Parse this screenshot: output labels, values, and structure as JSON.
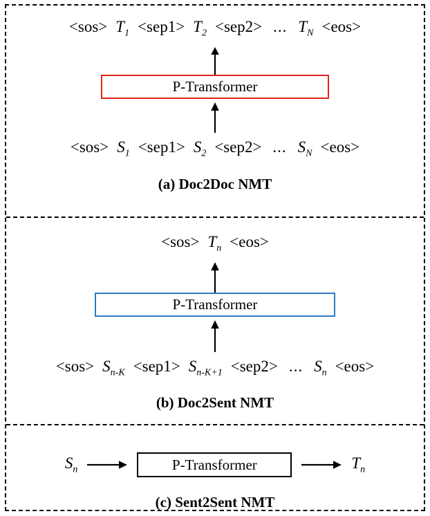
{
  "colors": {
    "doc2doc_box": "#e2231a",
    "doc2sent_box": "#2e79c0",
    "sent2sent_box": "#000000"
  },
  "panel_a": {
    "output": [
      {
        "text": "<sos>"
      },
      {
        "base": "T",
        "sub": "1"
      },
      {
        "text": "<sep1>"
      },
      {
        "base": "T",
        "sub": "2"
      },
      {
        "text": "<sep2>"
      },
      {
        "text": "..."
      },
      {
        "base": "T",
        "sub": "N"
      },
      {
        "text": "<eos>"
      }
    ],
    "box_label": "P-Transformer",
    "input": [
      {
        "text": "<sos>"
      },
      {
        "base": "S",
        "sub": "1"
      },
      {
        "text": "<sep1>"
      },
      {
        "base": "S",
        "sub": "2"
      },
      {
        "text": "<sep2>"
      },
      {
        "text": "..."
      },
      {
        "base": "S",
        "sub": "N"
      },
      {
        "text": "<eos>"
      }
    ],
    "caption": "(a) Doc2Doc NMT"
  },
  "panel_b": {
    "output": [
      {
        "text": "<sos>"
      },
      {
        "base": "T",
        "sub": "n"
      },
      {
        "text": "<eos>"
      }
    ],
    "box_label": "P-Transformer",
    "input": [
      {
        "text": "<sos>"
      },
      {
        "base": "S",
        "sub": "n-K"
      },
      {
        "text": "<sep1>"
      },
      {
        "base": "S",
        "sub": "n-K+1"
      },
      {
        "text": "<sep2>"
      },
      {
        "text": "..."
      },
      {
        "base": "S",
        "sub": "n"
      },
      {
        "text": "<eos>"
      }
    ],
    "caption": "(b) Doc2Sent NMT"
  },
  "panel_c": {
    "input": {
      "base": "S",
      "sub": "n"
    },
    "box_label": "P-Transformer",
    "output": {
      "base": "T",
      "sub": "n"
    },
    "caption": "(c) Sent2Sent NMT"
  }
}
